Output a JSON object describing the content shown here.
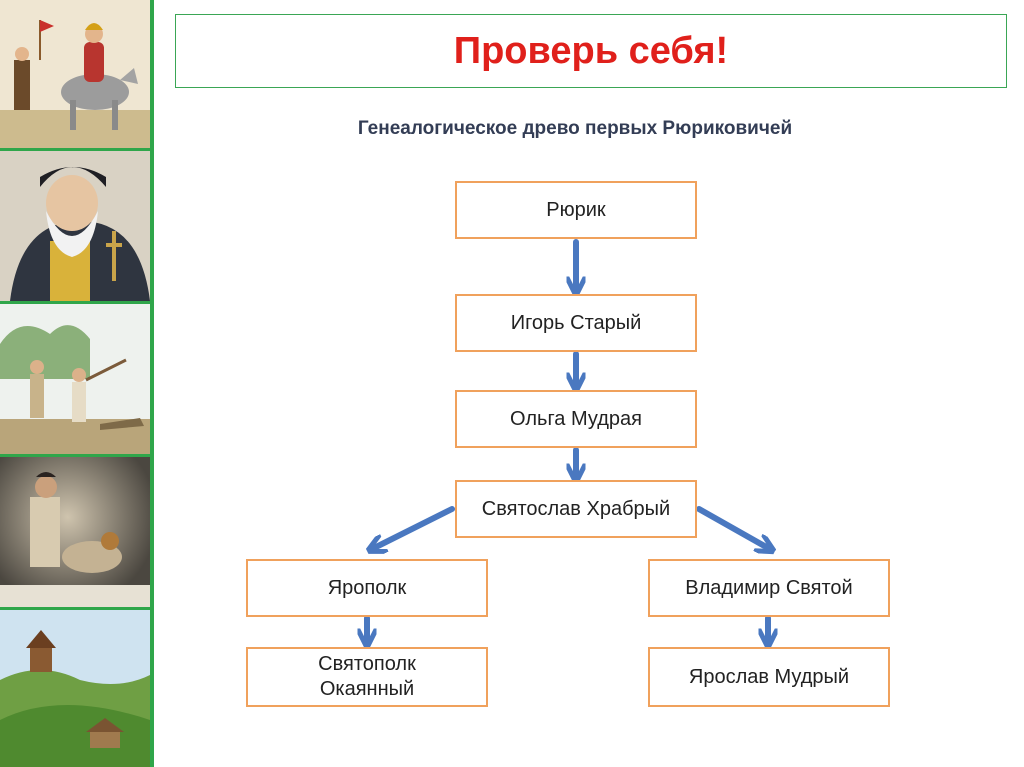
{
  "slide": {
    "title": "Проверь себя!",
    "subtitle": "Генеалогическое древо первых Рюриковичей"
  },
  "tree": {
    "nodes": {
      "rurik": "Рюрик",
      "igor": "Игорь Старый",
      "olga": "Ольга Мудрая",
      "svyatoslav": "Святослав Храбрый",
      "yaropolk": "Ярополк",
      "vladimir": "Владимир Святой",
      "svyatopolk_line1": "Святополк",
      "svyatopolk_line2": "Окаянный",
      "yaroslav": "Ярослав Мудрый"
    }
  },
  "colors": {
    "title": "#e0201b",
    "subtitle": "#333d55",
    "node_border": "#f0a15c",
    "arrow": "#4a78c0",
    "frame": "#3aa655"
  }
}
